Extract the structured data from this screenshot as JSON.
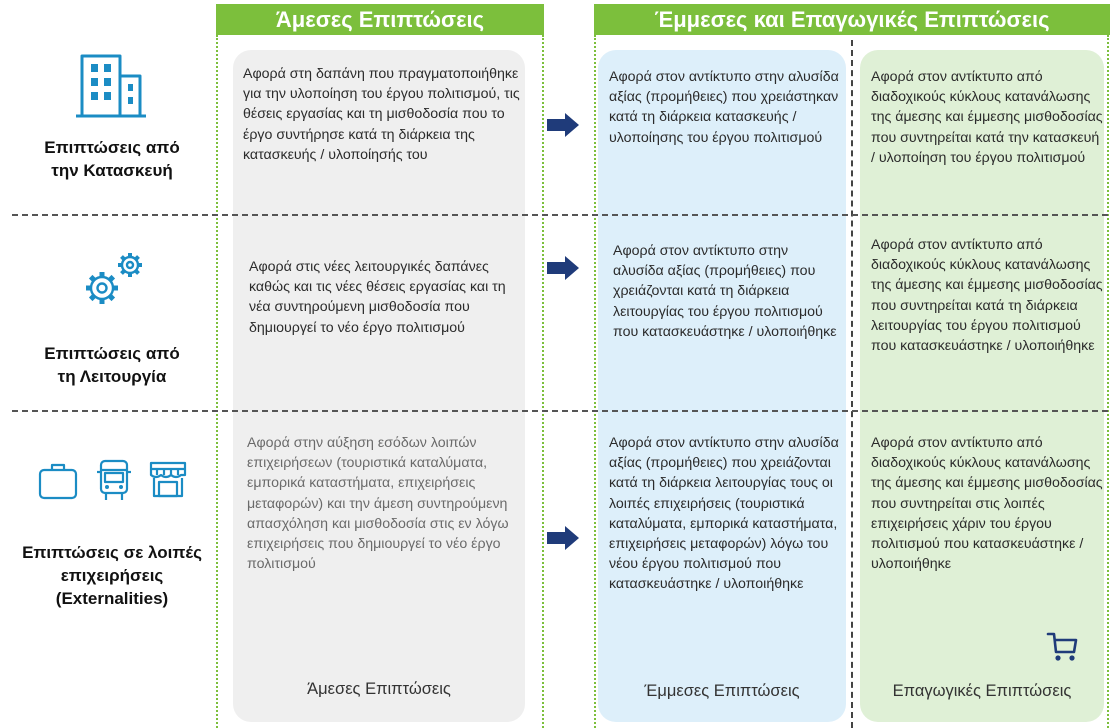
{
  "headers": {
    "direct": "Άμεσες Επιπτώσεις",
    "indirect_induced": "Έμμεσες και Επαγωγικές Επιπτώσεις"
  },
  "rows": [
    {
      "label": "Επιπτώσεις από την Κατασκευή",
      "label_lines": [
        "Επιπτώσεις από",
        "την Κατασκευή"
      ],
      "icon": "building-icon",
      "direct": "Αφορά στη δαπάνη που πραγματοποιήθηκε για την υλοποίηση του έργου πολιτισμού, τις θέσεις εργασίας και τη μισθοδοσία που το έργο συντήρησε κατά τη διάρκεια της κατασκευής / υλοποίησής του",
      "indirect": "Αφορά στον αντίκτυπο στην αλυσίδα αξίας (προμήθειες) που χρειάστηκαν κατά τη διάρκεια κατασκευής / υλοποίησης του έργου πολιτισμού",
      "induced": "Αφορά στον αντίκτυπο από διαδοχικούς κύκλους κατανάλωσης της άμεσης και έμμεσης μισθοδοσίας που συντηρείται κατά την κατασκευή / υλοποίηση του έργου πολιτισμού"
    },
    {
      "label": "Επιπτώσεις από τη Λειτουργία",
      "label_lines": [
        "Επιπτώσεις από",
        "τη Λειτουργία"
      ],
      "icon": "gears-icon",
      "direct": "Αφορά στις νέες λειτουργικές δαπάνες καθώς και τις νέες θέσεις εργασίας και τη νέα συντηρούμενη μισθοδοσία που δημιουργεί το νέο έργο πολιτισμού",
      "indirect": "Αφορά στον αντίκτυπο στην αλυσίδα αξίας (προμήθειες) που χρειάζονται κατά τη διάρκεια λειτουργίας του έργου πολιτισμού που κατασκευάστηκε / υλοποιήθηκε",
      "induced": "Αφορά στον αντίκτυπο από διαδοχικούς κύκλους κατανάλωσης της άμεσης και έμμεσης μισθοδοσίας που συντηρείται κατά τη διάρκεια λειτουργίας του έργου πολιτισμού που κατασκευάστηκε / υλοποιήθηκε"
    },
    {
      "label": "Επιπτώσεις σε λοιπές επιχειρήσεις (Externalities)",
      "label_lines": [
        "Επιπτώσεις σε λοιπές",
        "επιχειρήσεις",
        "(Externalities)"
      ],
      "icons": [
        "suitcase-icon",
        "bus-icon",
        "shop-icon"
      ],
      "direct": "Αφορά στην αύξηση εσόδων λοιπών επιχειρήσεων (τουριστικά καταλύματα, εμπορικά καταστήματα, επιχειρήσεις μεταφορών) και την άμεση συντηρούμενη απασχόληση και μισθοδοσία στις εν λόγω επιχειρήσεις που δημιουργεί το νέο έργο πολιτισμού",
      "indirect": "Αφορά στον αντίκτυπο στην αλυσίδα αξίας (προμήθειες) που χρειάζονται κατά τη διάρκεια λειτουργίας τους οι λοιπές επιχειρήσεις (τουριστικά καταλύματα, εμπορικά καταστήματα, επιχειρήσεις μεταφορών) λόγω του νέου έργου πολιτισμού που κατασκευάστηκε / υλοποιήθηκε",
      "induced": "Αφορά στον αντίκτυπο από διαδοχικούς κύκλους κατανάλωσης της άμεσης και έμμεσης μισθοδοσίας που συντηρείται στις λοιπές επιχειρήσεις χάριν του έργου πολιτισμού που κατασκευάστηκε / υλοποιήθηκε"
    }
  ],
  "footers": {
    "direct": "Άμεσες Επιπτώσεις",
    "indirect": "Έμμεσες Επιπτώσεις",
    "induced": "Επαγωγικές Επιπτώσεις"
  },
  "colors": {
    "green": "#7cbf3c",
    "direct_bg": "#efefef",
    "indirect_bg": "#ddeffa",
    "induced_bg": "#dff0d6",
    "icon_blue": "#1b8cc4",
    "arrow": "#1f3b7a"
  }
}
